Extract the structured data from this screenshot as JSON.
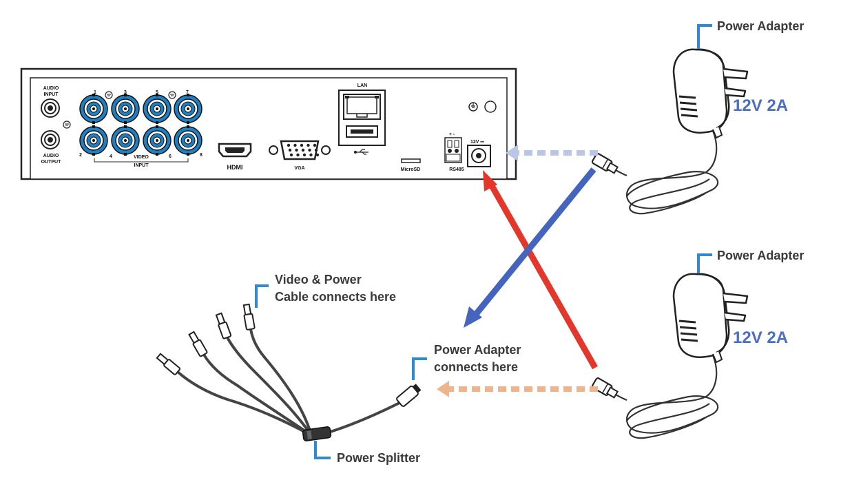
{
  "dvr": {
    "audio_input": [
      "AUDIO",
      "INPUT"
    ],
    "audio_output": [
      "AUDIO",
      "OUTPUT"
    ],
    "channel_numbers": [
      "1",
      "3",
      "5",
      "7",
      "2",
      "4",
      "6",
      "8"
    ],
    "video_input": [
      "VIDEO",
      "INPUT"
    ],
    "lan": "LAN",
    "hdmi": "HDMI",
    "vga": "VGA",
    "microsd": "MicroSD",
    "rs485": "RS485",
    "polarity": "+ -",
    "dc_in": "12V ⎓"
  },
  "labels": {
    "adapter_top": "Power Adapter",
    "adapter_bottom": "Power Adapter",
    "spec_top": "12V 2A",
    "spec_bottom": "12V 2A",
    "video_power_line1": "Video & Power",
    "video_power_line2": "Cable connects here",
    "adapter_connects_line1": "Power Adapter",
    "adapter_connects_line2": "connects here",
    "power_splitter": "Power Splitter"
  },
  "colors": {
    "callout": "#2e8bd3",
    "spec_text": "#4a6fbf",
    "red_arrow": "#e2372a",
    "blue_arrow": "#4564bd",
    "dotted_top": "#b9c6e6",
    "dotted_bottom": "#efb48c",
    "bnc": "#1f7fbf",
    "device": "#222222"
  }
}
